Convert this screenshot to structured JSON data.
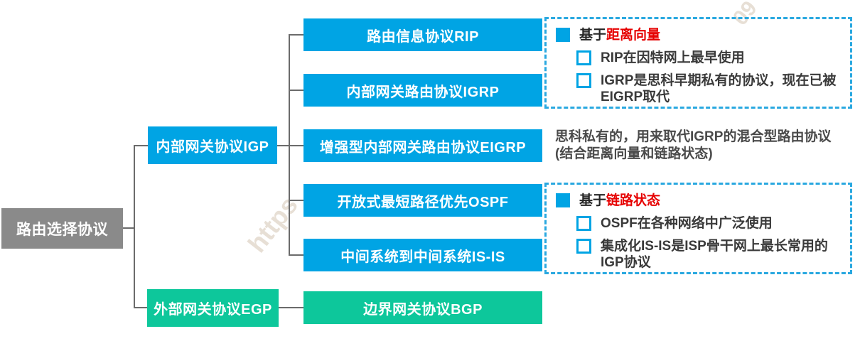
{
  "root": {
    "label": "路由选择协议"
  },
  "branches": {
    "igp": {
      "label": "内部网关协议IGP"
    },
    "egp": {
      "label": "外部网关协议EGP"
    }
  },
  "protocols": {
    "rip": {
      "label": "路由信息协议RIP"
    },
    "igrp": {
      "label": "内部网关路由协议IGRP"
    },
    "eigrp": {
      "label": "增强型内部网关路由协议EIGRP"
    },
    "ospf": {
      "label": "开放式最短路径优先OSPF"
    },
    "isis": {
      "label": "中间系统到中间系统IS-IS"
    },
    "bgp": {
      "label": "边界网关协议BGP"
    }
  },
  "notes": {
    "distance_vector": {
      "heading_prefix": "基于",
      "heading_highlight": "距离向量",
      "item1": "RIP在因特网上最早使用",
      "item2": "IGRP是思科早期私有的协议，现在已被EIGRP取代"
    },
    "eigrp_note": {
      "line1": "思科私有的，用来取代IGRP的混合型路由协议",
      "line2": "(结合距离向量和链路状态)"
    },
    "link_state": {
      "heading_prefix": "基于",
      "heading_highlight": "链路状态",
      "item1": "OSPF在各种网络中广泛使用",
      "item2": "集成化IS-IS是ISP骨干网上最长常用的IGP协议"
    }
  },
  "watermarks": {
    "w1": {
      "text": "https"
    },
    "w2": {
      "text": "09"
    }
  },
  "colors": {
    "node_blue": "#00A4E4",
    "node_green": "#0DC79B",
    "node_gray": "#8A8A8A",
    "highlight_red": "#E60000",
    "dashed_border": "#29A8E0",
    "connector": "#6B6B6B",
    "note_text": "#3A3A3A"
  }
}
